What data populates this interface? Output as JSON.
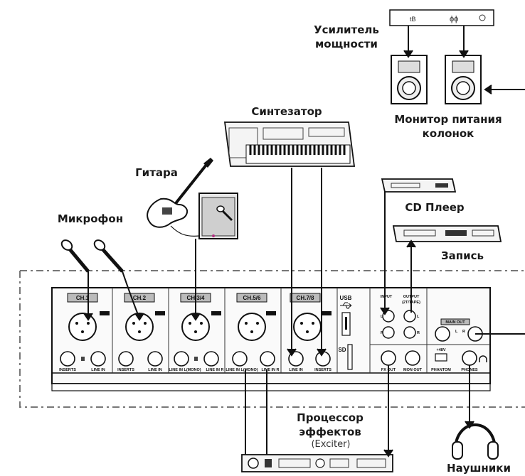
{
  "labels": {
    "amp": "Усилитель\nмощности",
    "monitor": "Монитор питания\nколонок",
    "synth": "Синтезатор",
    "guitar": "Гитара",
    "mic": "Микрофон",
    "cd": "CD Плеер",
    "record": "Запись",
    "fx_line1": "Процессор",
    "fx_line2": "эффектов",
    "fx_sub": "(Exciter)",
    "headphones": "Наушники"
  },
  "channels": [
    {
      "name": "CH.1",
      "jacks": [
        "INSERTS",
        "LINE IN"
      ]
    },
    {
      "name": "CH.2",
      "jacks": [
        "INSERTS",
        "LINE IN"
      ]
    },
    {
      "name": "CH.3/4",
      "jacks": [
        "LINE IN L(MONO)",
        "LINE IN R"
      ]
    },
    {
      "name": "CH.5/6",
      "jacks": [
        "LINE IN L(MONO)",
        "LINE IN R"
      ]
    },
    {
      "name": "CH.7/8",
      "jacks": [
        "LINE IN",
        "INSERTS"
      ]
    }
  ],
  "panel": {
    "usb": "USB",
    "sd": "SD",
    "input": "INPUT",
    "output": "OUTPUT",
    "tape": "(2T/TAPE)",
    "fx_out": "FX OUT",
    "mon_out": "MON OUT",
    "phantom_v": "+48V",
    "phantom": "PHANTOM",
    "phones": "PHONES",
    "main_out": "MAIN OUT",
    "l": "L",
    "r": "R"
  }
}
